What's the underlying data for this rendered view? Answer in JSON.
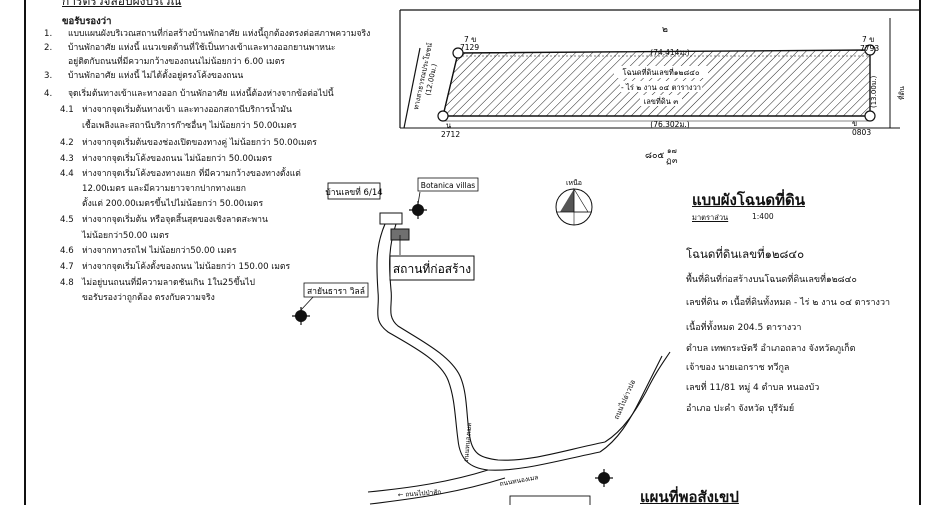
{
  "page_title": "การตรวจสอบผังบริเวณ",
  "conditions": {
    "heading": "ขอรับรองว่า",
    "items": [
      {
        "num": "1.",
        "text": "แบบแผนผังบริเวณสถานที่ก่อสร้างบ้านพักอาศัย แห่งนี้ถูกต้องตรงต่อสภาพความจริง"
      },
      {
        "num": "2.",
        "text": "บ้านพักอาศัย แห่งนี้ แนวเขตด้านที่ใช้เป็นทางเข้าและทางออกยานพาหนะ"
      },
      {
        "num": "",
        "text": "อยู่ติดกับถนนที่มีความกว้างของถนนไม่น้อยกว่า 6.00 เมตร"
      },
      {
        "num": "3.",
        "text": "บ้านพักอาศัย แห่งนี้ ไม่ได้ตั้งอยู่ตรงโค้งของถนน"
      },
      {
        "num": "4.",
        "text": "จุดเริ่มต้นทางเข้าและทางออก บ้านพักอาศัย แห่งนี้ต้องห่างจากข้อต่อไปนี้"
      }
    ],
    "subitems": [
      {
        "num": "4.1",
        "text": "ห่างจากจุดเริ่มต้นทางเข้า และทางออกสถานีบริการน้ำมัน"
      },
      {
        "num": "",
        "text": "เชื้อเพลิงและสถานีบริการก๊าซอื่นๆ ไม่น้อยกว่า 50.00เมตร"
      },
      {
        "num": "4.2",
        "text": "ห่างจากจุดเริ่มต้นของช่องเปิดของทางคู่ ไม่น้อยกว่า 50.00เมตร"
      },
      {
        "num": "4.3",
        "text": "ห่างจากจุดเริ่มโค้งของถนน ไม่น้อยกว่า 50.00เมตร"
      },
      {
        "num": "4.4",
        "text": "ห่างจากจุดเริ่มโค้งของทางแยก ที่มีความกว้างของทางตั้งแต่"
      },
      {
        "num": "",
        "text": "12.00เมตร และมีความยาวจากปากทางแยก"
      },
      {
        "num": "",
        "text": "ตั้งแต่ 200.00เมตรขึ้นไปไม่น้อยกว่า 50.00เมตร"
      },
      {
        "num": "4.5",
        "text": "ห่างจากจุดเริ่มต้น หรือจุดสิ้นสุดของเชิงลาดสะพาน"
      },
      {
        "num": "",
        "text": "ไม่น้อยกว่า50.00 เมตร"
      },
      {
        "num": "4.6",
        "text": "ห่างจากทางรถไฟ ไม่น้อยกว่า50.00 เมตร"
      },
      {
        "num": "4.7",
        "text": "ห่างจากจุดเริ่มโค้งตั้งของถนน ไม่น้อยกว่า 150.00 เมตร"
      },
      {
        "num": "4.8",
        "text": "ไม่อยู่บนถนนที่มีความลาดชันเกิน 1ใน25ขึ้นไป"
      },
      {
        "num": "",
        "text": "ขอรับรองว่าถูกต้อง ตรงกับความจริง"
      }
    ]
  },
  "plot": {
    "top_number": "๒",
    "corner_nw_code": "7 ข",
    "corner_nw_no": "7129",
    "corner_ne_code": "7 ข",
    "corner_ne_no": "7793",
    "corner_sw_code": "น",
    "corner_sw_no": "2712",
    "corner_se_code": "ข",
    "corner_se_no": "0803",
    "top_dim": "(74.414ม.)",
    "bottom_dim": "(76.302ม.)",
    "right_dim": "(13.00ม.)",
    "left_road_label": "ทางสาธารณประโยชน์",
    "left_road_width": "(12.00ม.)",
    "right_side_label": "ที่ดิน",
    "deed_line1": "โฉนดที่ดินเลขที่๑๒๘๔๐",
    "deed_line2": "- ไร่ ๒ งาน ๐๔ ตารางวา",
    "deed_line3": "เลขที่ดิน ๓",
    "below_a": "๘๐๕",
    "below_b": "๑๗",
    "below_c": "๓",
    "below_d": "ฏ"
  },
  "north_label": "เหนือ",
  "deed_info": {
    "title": "แบบผังโฉนดที่ดิน",
    "scale_label": "มาตราส่วน",
    "scale_value": "1:400",
    "deed_no": "โฉนดที่ดินเลขที่๑๒๘๔๐",
    "lines": [
      "พื้นที่ดินที่ก่อสร้างบนโฉนดที่ดินเลขที่๑๒๘๔๐",
      "เลขที่ดิน ๓ เนื้อที่ดินทั้งหมด - ไร่ ๒ งาน ๐๔ ตารางวา",
      "เนื้อที่ทั้งหมด 204.5 ตารางวา",
      "ตำบล เทพกระษัตรี อำเภอถลาง จังหวัดภูเก็ต",
      "เจ้าของ นายเอกราช ทวีกูล",
      "เลขที่ 11/81 หมู่ 4 ตำบล หนองบัว",
      "อำเภอ ปะคำ จังหวัด บุรีรัมย์"
    ]
  },
  "map": {
    "house_label": "บ้านเลขที่ 6/14",
    "botanica_label": "Botanica villas",
    "site_label": "สถานที่ก่อสร้าง",
    "village_label": "สายันธารา วิลล์",
    "road_right_label": "ถนนไปอ่าวปอ",
    "road_bottom_label": "ถนนหนองเมล",
    "road_to_label": "← ถนนไปป่าสัก",
    "title": "แผนที่พอสังเขป"
  },
  "colors": {
    "ink": "#111111",
    "hatch": "#222222",
    "site_fill": "#707070"
  }
}
